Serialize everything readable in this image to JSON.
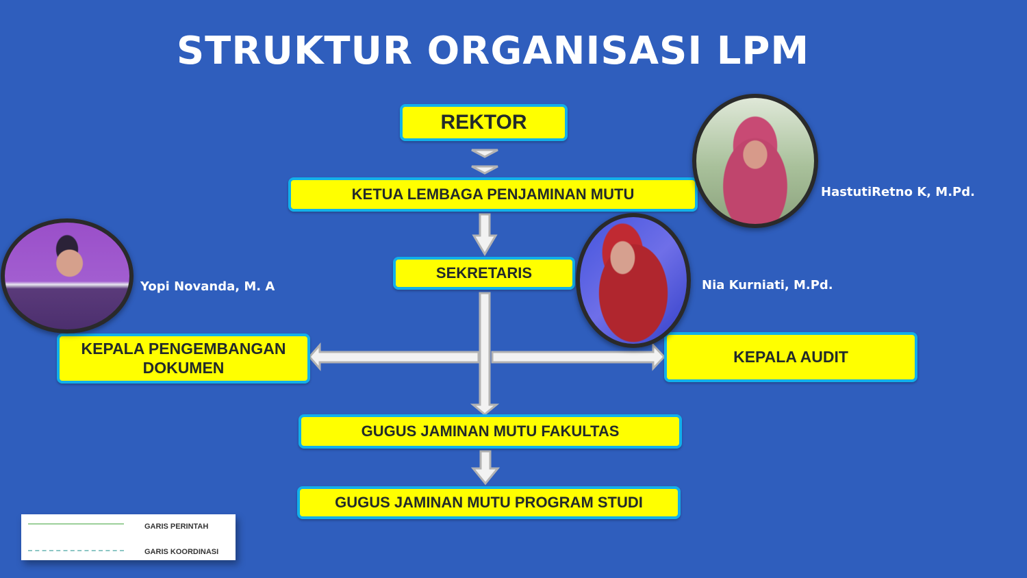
{
  "title": "STRUKTUR ORGANISASI LPM",
  "colors": {
    "background": "#2f5ebd",
    "box_fill": "#ffff00",
    "box_border": "#12b0ea",
    "box_text": "#222a2a",
    "arrow_fill": "#f2f2f2",
    "arrow_outline": "#b3b3b3"
  },
  "boxes": {
    "rektor": "REKTOR",
    "ketua": "KETUA LEMBAGA PENJAMINAN MUTU",
    "sekretaris": "SEKRETARIS",
    "kepala_pengembangan_line1": "KEPALA PENGEMBANGAN",
    "kepala_pengembangan_line2": "DOKUMEN",
    "kepala_audit": "KEPALA AUDIT",
    "gugus_fakultas": "GUGUS JAMINAN MUTU FAKULTAS",
    "gugus_prodi": "GUGUS JAMINAN MUTU PROGRAM STUDI"
  },
  "people": {
    "ketua": "HastutiRetno K,  M.Pd.",
    "kepala_pengembangan": "Yopi Novanda, M. A",
    "kepala_audit": "Nia Kurniati, M.Pd."
  },
  "legend": {
    "command_line": "GARIS PERINTAH",
    "coordination_line": "GARIS KOORDINASI"
  }
}
